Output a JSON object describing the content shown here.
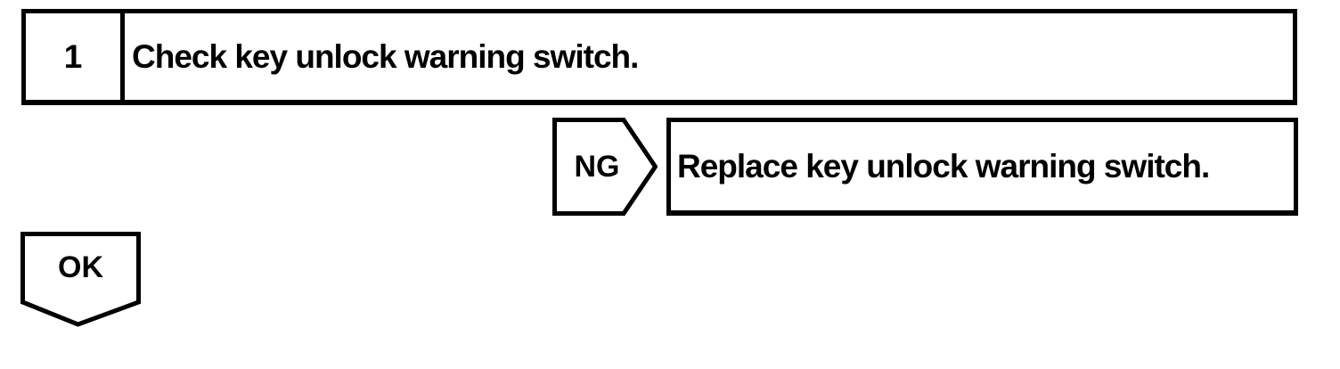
{
  "page": {
    "background_color": "#ffffff",
    "line_color": "#000000"
  },
  "flowchart": {
    "step": {
      "number": "1",
      "instruction": "Check key unlock warning switch."
    },
    "ng_branch": {
      "label": "NG",
      "action": "Replace key unlock warning switch."
    },
    "ok_branch": {
      "label": "OK"
    }
  }
}
